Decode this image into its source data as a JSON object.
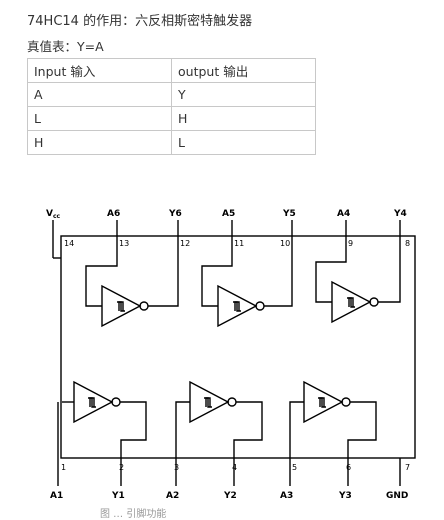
{
  "heading": "74HC14 的作用：六反相斯密特触发器",
  "subheading": "真值表：Y=A",
  "truth_table": {
    "headers": [
      "Input 输入",
      "output 输出"
    ],
    "rows": [
      [
        "A",
        "Y"
      ],
      [
        "L",
        "H"
      ],
      [
        "H",
        "L"
      ]
    ]
  },
  "pinout": {
    "top_pins": [
      {
        "name": "V",
        "sub": "cc",
        "number": "14"
      },
      {
        "name": "A6",
        "number": "13"
      },
      {
        "name": "Y6",
        "number": "12"
      },
      {
        "name": "A5",
        "number": "11"
      },
      {
        "name": "Y5",
        "number": "10"
      },
      {
        "name": "A4",
        "number": "9"
      },
      {
        "name": "Y4",
        "number": "8"
      }
    ],
    "bottom_pins": [
      {
        "name": "A1",
        "number": "1"
      },
      {
        "name": "Y1",
        "number": "2"
      },
      {
        "name": "A2",
        "number": "3"
      },
      {
        "name": "Y2",
        "number": "4"
      },
      {
        "name": "A3",
        "number": "5"
      },
      {
        "name": "Y3",
        "number": "6"
      },
      {
        "name": "GND",
        "number": "7"
      }
    ]
  },
  "caption": "图 … 引脚功能"
}
